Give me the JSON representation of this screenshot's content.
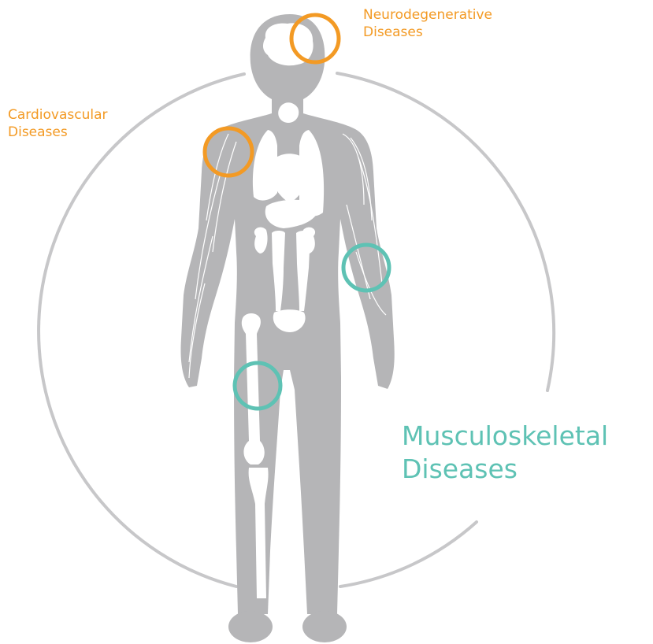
{
  "colors": {
    "body_gray": "#b5b5b7",
    "organ_white": "#ffffff",
    "ring_gray": "#c7c7c9",
    "orange": "#f39a24",
    "teal": "#5ec2b4"
  },
  "labels": {
    "neurodegenerative": {
      "line1": "Neurodegenerative",
      "line2": "Diseases"
    },
    "cardiovascular": {
      "line1": "Cardiovascular",
      "line2": "Diseases"
    },
    "musculoskeletal": {
      "line1": "Musculoskeletal",
      "line2": "Diseases"
    }
  },
  "markers": {
    "brain": "orange",
    "shoulder": "orange",
    "forearm": "teal",
    "thigh": "teal"
  }
}
